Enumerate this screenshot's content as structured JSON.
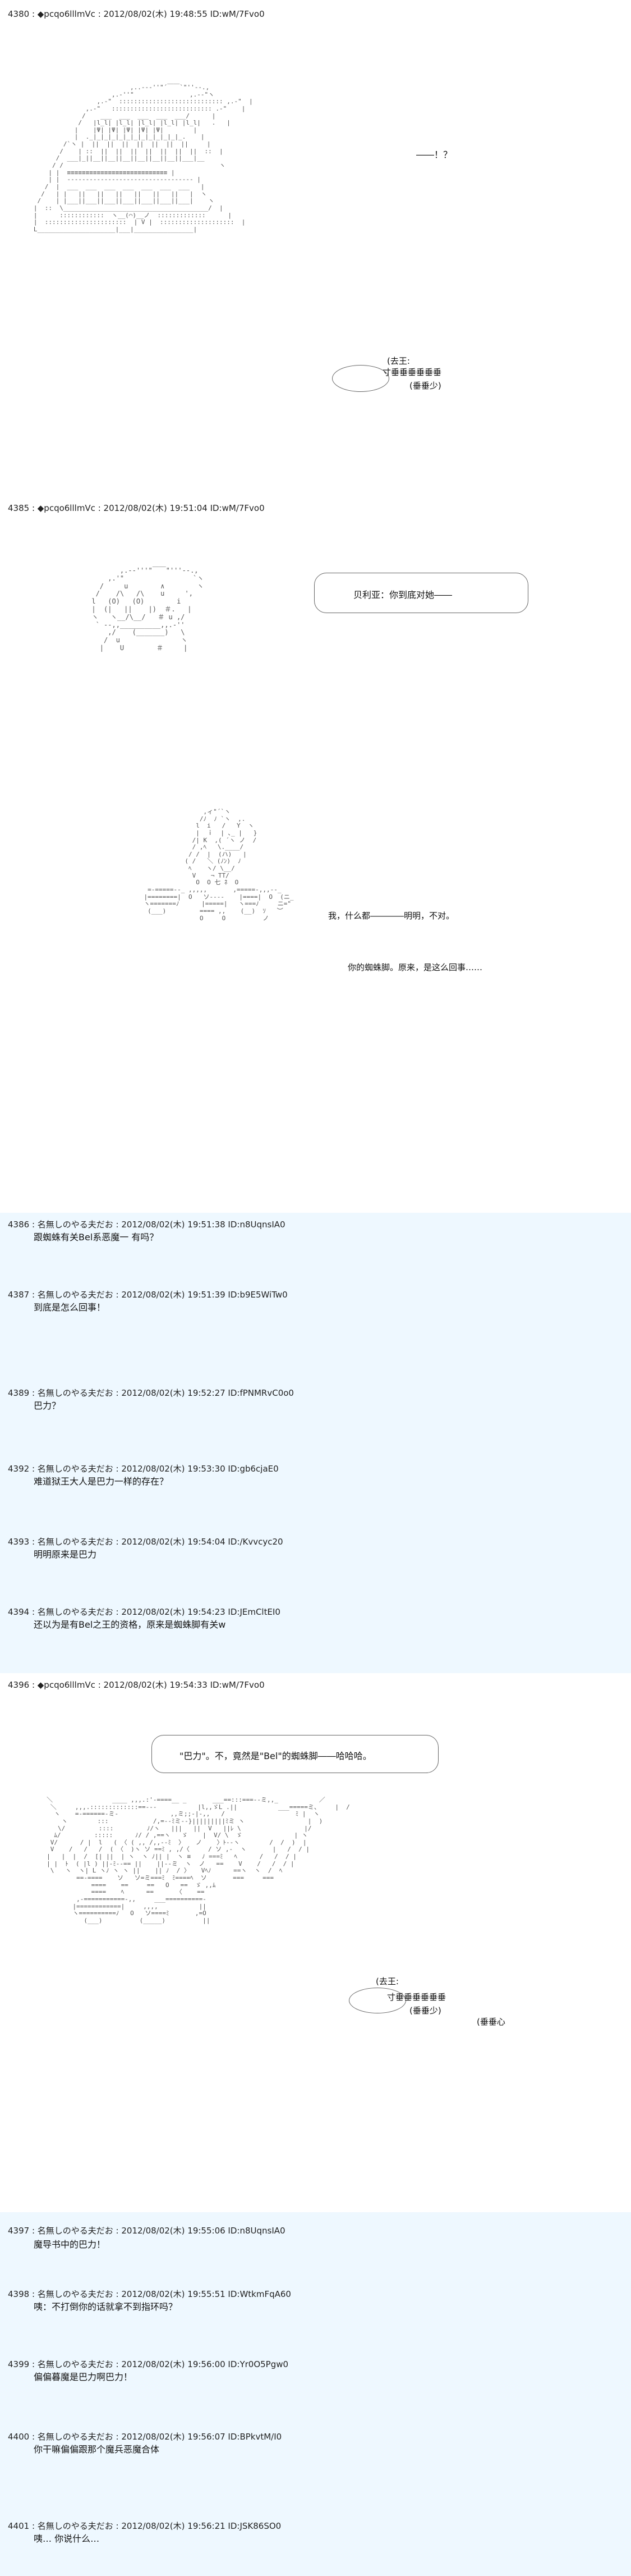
{
  "posts": [
    {
      "header": "4380 : ◆pcqo6lllmVc : 2012/08/02(木) 19:48:55 ID:wM/7Fvo0",
      "body": ""
    },
    {
      "header": "4385 : ◆pcqo6lllmVc : 2012/08/02(木) 19:51:04 ID:wM/7Fvo0",
      "body": ""
    },
    {
      "header": "4386 : 名無しのやる夫だお : 2012/08/02(木) 19:51:38 ID:n8UqnsIA0",
      "body": "跟蜘蛛有关Bel系恶魔一 有吗？"
    },
    {
      "header": "4387 : 名無しのやる夫だお : 2012/08/02(木) 19:51:39 ID:b9E5WiTw0",
      "body": "到底是怎么回事！"
    },
    {
      "header": "4389 : 名無しのやる夫だお : 2012/08/02(木) 19:52:27 ID:fPNMRvC0o0",
      "body": "巴力？"
    },
    {
      "header": "4392 : 名無しのやる夫だお : 2012/08/02(木) 19:53:30 ID:gb6cjaE0",
      "body": "难道狱王大人是巴力一样的存在？"
    },
    {
      "header": "4393 : 名無しのやる夫だお : 2012/08/02(木) 19:54:04 ID:/Kvvcyc20",
      "body": "明明原来是巴力"
    },
    {
      "header": "4394 : 名無しのやる夫だお : 2012/08/02(木) 19:54:23 ID:JEmCltEI0",
      "body": "还以为是有Bel之王的资格，原来是蜘蛛脚有关w"
    },
    {
      "header": "4396 : ◆pcqo6lllmVc : 2012/08/02(木) 19:54:33 ID:wM/7Fvo0",
      "body": ""
    },
    {
      "header": "4397 : 名無しのやる夫だお : 2012/08/02(木) 19:55:06 ID:n8UqnsIA0",
      "body": "魔导书中的巴力！"
    },
    {
      "header": "4398 : 名無しのやる夫だお : 2012/08/02(木) 19:55:51 ID:WtkmFqA60",
      "body": "咦：不打倒你的话就拿不到指环吗？"
    },
    {
      "header": "4399 : 名無しのやる夫だお : 2012/08/02(木) 19:56:00 ID:Yr0O5Pgw0",
      "body": "偏偏暮魔是巴力啊巴力！"
    },
    {
      "header": "4400 : 名無しのやる夫だお : 2012/08/02(木) 19:56:07 ID:BPkvtM/I0",
      "body": "你干嘛偏偏跟那个魔兵恶魔合体"
    },
    {
      "header": "4401 : 名無しのやる夫だお : 2012/08/02(木) 19:56:21 ID:JSK86SO0",
      "body": "咦… 你说什么…"
    }
  ],
  "art": {
    "p4380_reply": "――！？",
    "p4380_bubble_1": "(去王:",
    "p4380_bubble_2": "寸垂垂垂垂垂垂",
    "p4380_bubble_3": "(垂垂少)",
    "p4385_caption": "贝利亚：你到底对她――",
    "p4385_line_1": "我，什么都――――明明，不对。",
    "p4385_line_2": "你的蜘蛛脚。原来，是这么回事……",
    "p4396_caption": "\"巴力\"。不，竟然是\"Bel\"的蜘蛛脚――哈哈哈。",
    "p4396_bubble_1": "(去王:",
    "p4396_bubble_2": "寸垂垂垂垂垂垂",
    "p4396_bubble_3": "(垂垂少)",
    "p4396_bubble_4": "(垂垂心"
  }
}
